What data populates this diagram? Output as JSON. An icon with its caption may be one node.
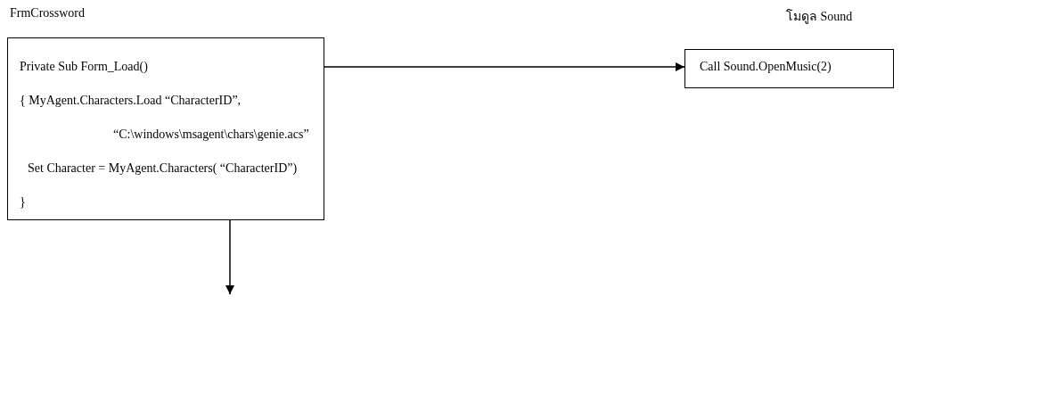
{
  "diagram": {
    "nodes": [
      {
        "text": [
          "FrmCrossword",
          "Private Sub Form_Load()",
          "{ MyAgent.Characters.Load “CharacterID”,",
          "“C:\\windows\\msagent\\chars\\genie.acs”",
          "Set Character = MyAgent.Characters( “CharacterID”)",
          "}"
        ]
      },
      {
        "text": [
          "โมดูล Sound",
          "Call Sound.OpenMusic(2)"
        ]
      }
    ],
    "edges": [
      {
        "from": 0,
        "to": 1,
        "arrow": "to"
      },
      {
        "from": 0,
        "to": null,
        "arrow": "to"
      }
    ]
  }
}
